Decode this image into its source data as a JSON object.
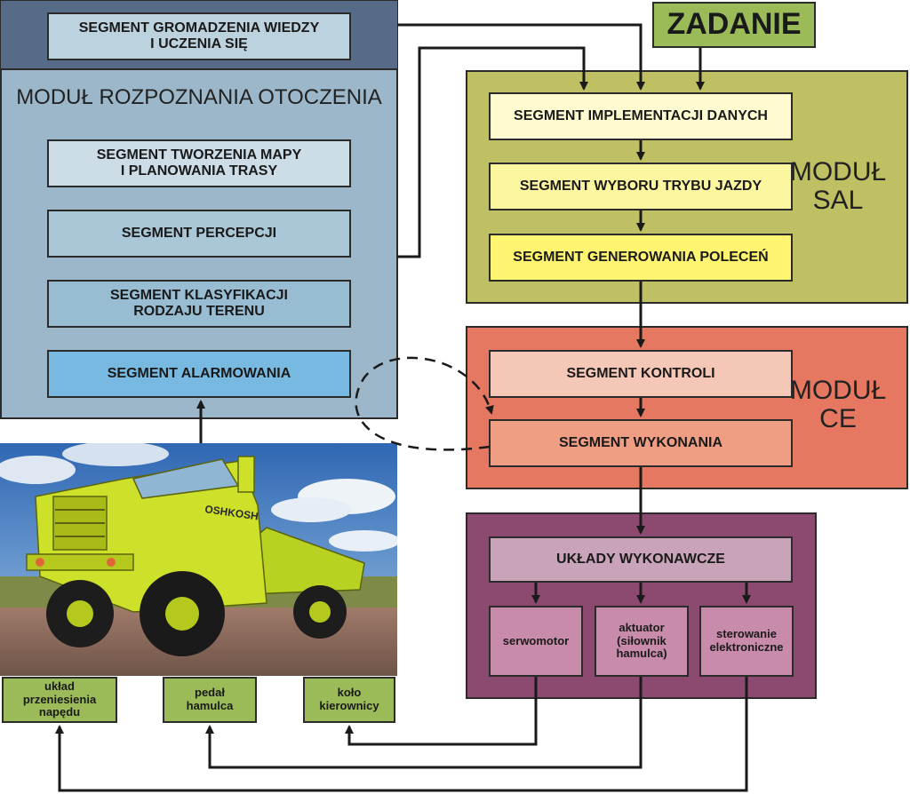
{
  "task": "ZADANIE",
  "module_rozpoznania": {
    "title": "MODUŁ ROZPOZNANIA OTOCZENIA",
    "seg_wiedzy": "SEGMENT GROMADZENIA WIEDZY\nI UCZENIA SIĘ",
    "seg_mapy": "SEGMENT TWORZENIA MAPY\nI PLANOWANIA TRASY",
    "seg_percepcji": "SEGMENT PERCEPCJI",
    "seg_klasyfikacji": "SEGMENT KLASYFIKACJI\nRODZAJU TERENU",
    "seg_alarmowania": "SEGMENT ALARMOWANIA"
  },
  "module_sal": {
    "title": "MODUŁ\nSAL",
    "seg_implementacji": "SEGMENT IMPLEMENTACJI DANYCH",
    "seg_wyboru": "SEGMENT WYBORU TRYBU JAZDY",
    "seg_generowania": "SEGMENT GENEROWANIA POLECEŃ"
  },
  "module_ce": {
    "title": "MODUŁ\nCE",
    "seg_kontroli": "SEGMENT KONTROLI",
    "seg_wykonania": "SEGMENT WYKONANIA"
  },
  "module_wykonawcze": {
    "title": "UKŁADY WYKONAWCZE",
    "serwomotor": "serwomotor",
    "aktuator": "aktuator\n(siłownik\nhamulca)",
    "sterowanie": "sterowanie\nelektroniczne"
  },
  "vehicle_inputs": {
    "naped": "układ\nprzeniesienia\nnapędu",
    "hamulec": "pedał\nhamulca",
    "kierownica": "koło\nkierownicy"
  },
  "truck_brand": "OSHKOSH",
  "colors": {
    "rozpoznania_bg": "#9bb7c9",
    "rozpoznania_header": "#566b88",
    "sal_bg": "#bfbf63",
    "ce_bg": "#e67760",
    "wykonawcze_bg": "#8c4a70",
    "task_bg": "#9bbb59",
    "input_bg": "#9bbb59"
  }
}
